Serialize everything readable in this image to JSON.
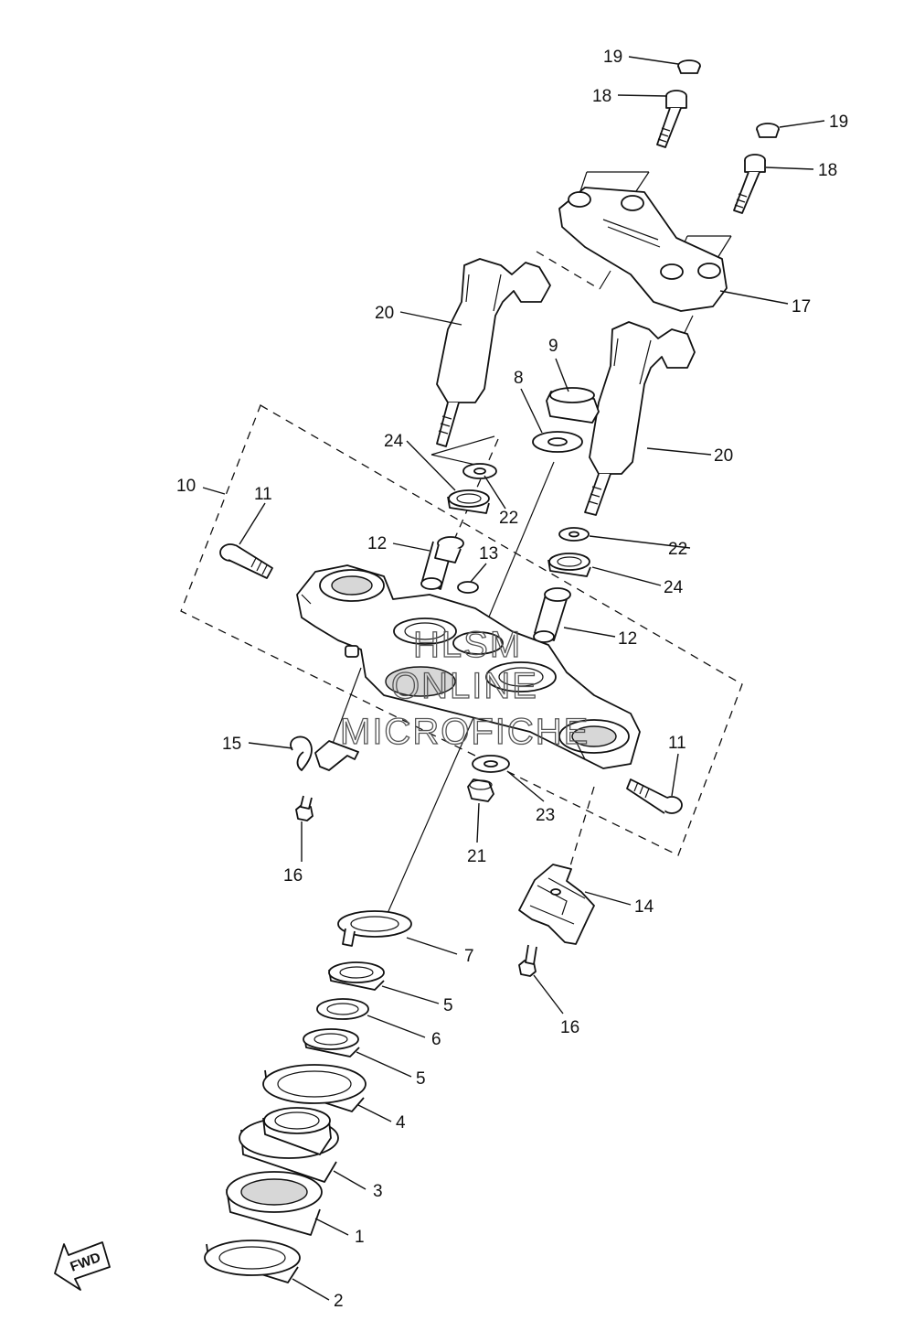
{
  "diagram": {
    "callouts": [
      "1",
      "2",
      "3",
      "4",
      "5",
      "5",
      "6",
      "7",
      "8",
      "9",
      "10",
      "11",
      "11",
      "12",
      "12",
      "13",
      "14",
      "15",
      "16",
      "16",
      "17",
      "18",
      "18",
      "19",
      "19",
      "20",
      "20",
      "21",
      "22",
      "22",
      "23",
      "24",
      "24"
    ],
    "fwd_label": "FWD",
    "watermark": [
      "HLSM",
      "ONLINE",
      "MICROFICHE"
    ]
  }
}
